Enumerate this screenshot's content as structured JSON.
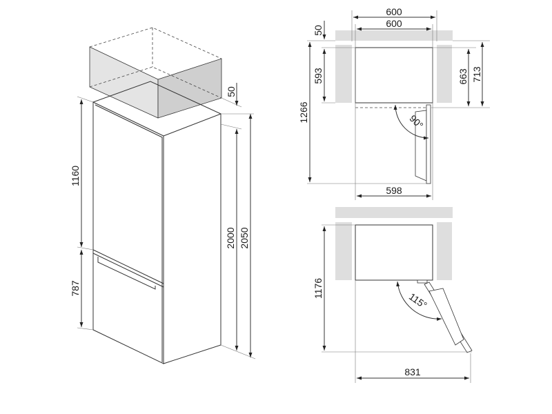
{
  "title": "Refrigerator installation dimensions",
  "colors": {
    "line": "#333333",
    "niche": "#dedede",
    "box_front": "#e4e4e4",
    "box_side": "#cfcfcf"
  },
  "iso_view": {
    "top_gap": "50",
    "upper_door": "1160",
    "lower_door": "787",
    "height": "2000",
    "total_height": "2050"
  },
  "top_view_90": {
    "niche_width": "600",
    "fridge_width": "600",
    "rear_gap": "50",
    "depth": "593",
    "depth_with_door": "663",
    "total_depth": "713",
    "door_angle": "90°",
    "open_depth": "1266",
    "open_width": "598"
  },
  "top_view_115": {
    "open_depth": "1176",
    "door_angle": "115°",
    "open_width": "831"
  }
}
